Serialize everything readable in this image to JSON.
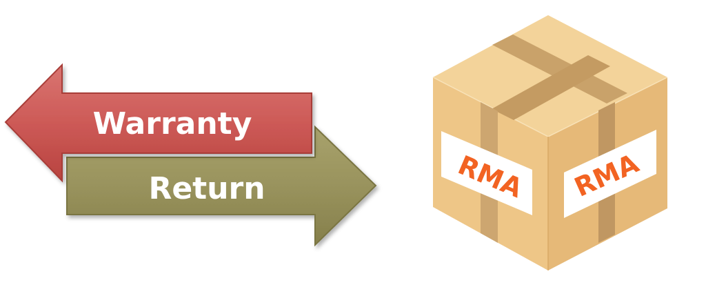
{
  "arrows": {
    "warranty": {
      "label": "Warranty",
      "direction": "left",
      "color": "#cd5a57"
    },
    "return": {
      "label": "Return",
      "direction": "right",
      "color": "#99935d"
    }
  },
  "box": {
    "icon": "cardboard-box-icon",
    "left_label": "RMA",
    "right_label": "RMA",
    "label_color": "#f26322",
    "box_color": "#f2cd8f",
    "tape_color": "#c9a26a"
  }
}
